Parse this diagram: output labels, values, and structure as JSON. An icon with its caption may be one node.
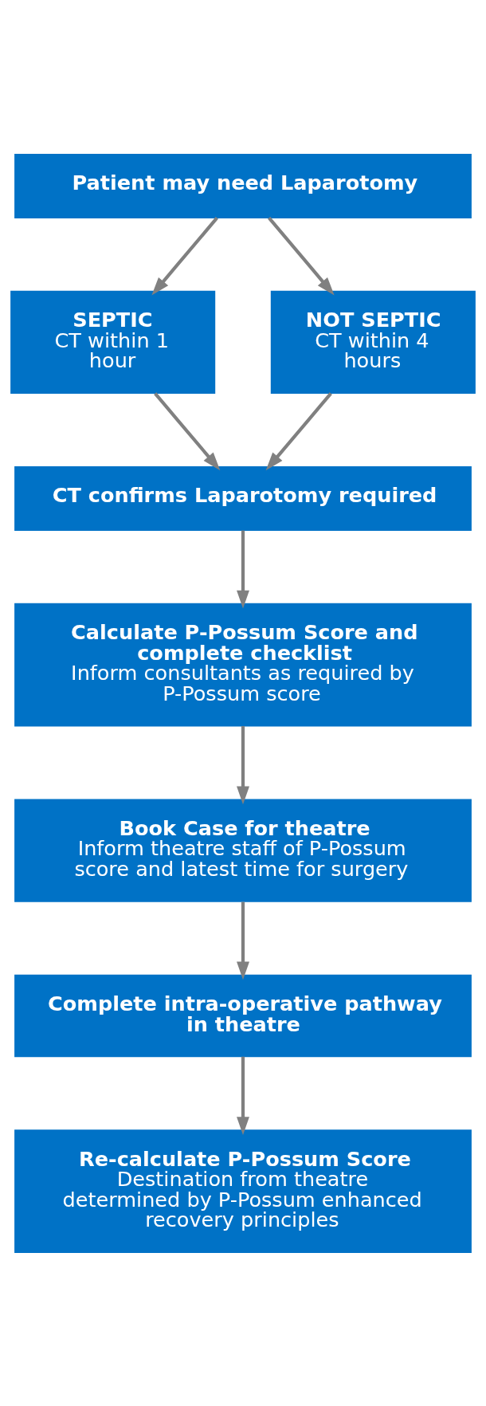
{
  "diagram": {
    "nodes": [
      {
        "text": [
          "Patient may need Laparotomy"
        ]
      },
      {
        "text": [
          "SEPTIC",
          "CT within 1 hour"
        ]
      },
      {
        "text": [
          "NOT SEPTIC",
          "CT within 4 hours"
        ]
      },
      {
        "text": [
          "CT confirms Laparotomy required"
        ]
      },
      {
        "text": [
          "Calculate P-Possum Score and complete checklist",
          "Inform consultants as required by P-Possum score"
        ]
      },
      {
        "text": [
          "Book Case for theatre",
          "Inform theatre staff of P-Possum score and latest time for surgery"
        ]
      },
      {
        "text": [
          "Complete intra-operative pathway in theatre"
        ]
      },
      {
        "text": [
          "Re-calculate P-Possum Score",
          "Destination from theatre determined by P-Possum enhanced recovery principles"
        ]
      }
    ],
    "edges": [
      {
        "from": 0,
        "to": 1,
        "arrow": "to"
      },
      {
        "from": 0,
        "to": 2,
        "arrow": "to"
      },
      {
        "from": 1,
        "to": 3,
        "arrow": "to"
      },
      {
        "from": 2,
        "to": 3,
        "arrow": "to"
      },
      {
        "from": 3,
        "to": 4,
        "arrow": "to"
      },
      {
        "from": 4,
        "to": 5,
        "arrow": "to"
      },
      {
        "from": 5,
        "to": 6,
        "arrow": "to"
      },
      {
        "from": 6,
        "to": 7,
        "arrow": "to"
      }
    ]
  }
}
